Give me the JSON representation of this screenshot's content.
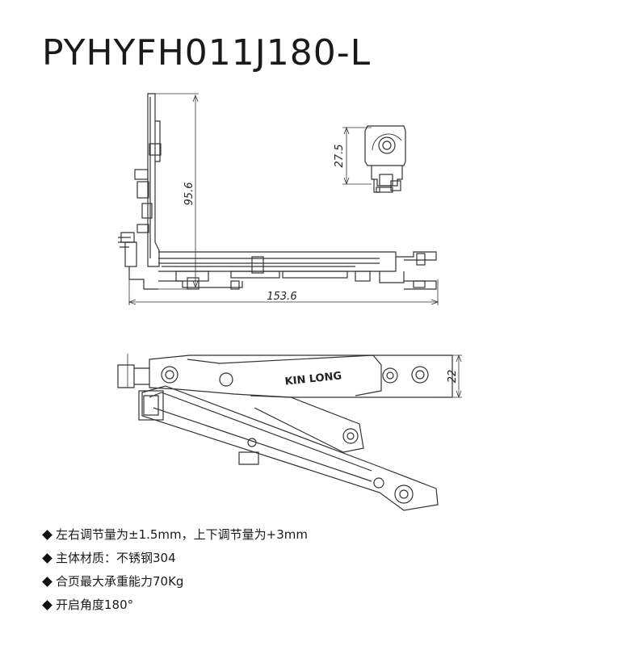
{
  "title": "PYHYFH011J180-L",
  "dimensions": {
    "side_height": "95.6",
    "length": "153.6",
    "detail_height": "27.5",
    "top_height": "22"
  },
  "brand_label": "KIN LONG",
  "specs": [
    "左右调节量为±1.5mm，上下调节量为+3mm",
    "主体材质：不锈钢304",
    "合页最大承重能力70Kg",
    "开启角度180°"
  ]
}
